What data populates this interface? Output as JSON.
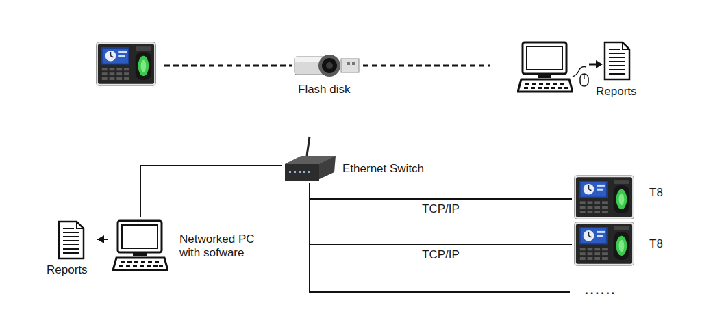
{
  "diagram": {
    "nodes": [
      {
        "text": [
          "Flash disk"
        ]
      },
      {
        "text": [
          "Reports"
        ]
      },
      {
        "text": [
          "Ethernet Switch"
        ]
      },
      {
        "text": [
          "Networked PC with sofware"
        ]
      },
      {
        "text": [
          "Reports"
        ]
      },
      {
        "text": [
          "T8"
        ]
      },
      {
        "text": [
          "T8"
        ]
      }
    ],
    "edges": [
      {
        "from": 2,
        "to": 3,
        "arrow": "none"
      },
      {
        "from": 2,
        "to": 5,
        "label": "TCP/IP",
        "arrow": "none"
      },
      {
        "from": 2,
        "to": 6,
        "label": "TCP/IP",
        "arrow": "none"
      },
      {
        "from": 3,
        "to": 4,
        "arrow": "to"
      }
    ],
    "labels": [
      "......"
    ]
  }
}
